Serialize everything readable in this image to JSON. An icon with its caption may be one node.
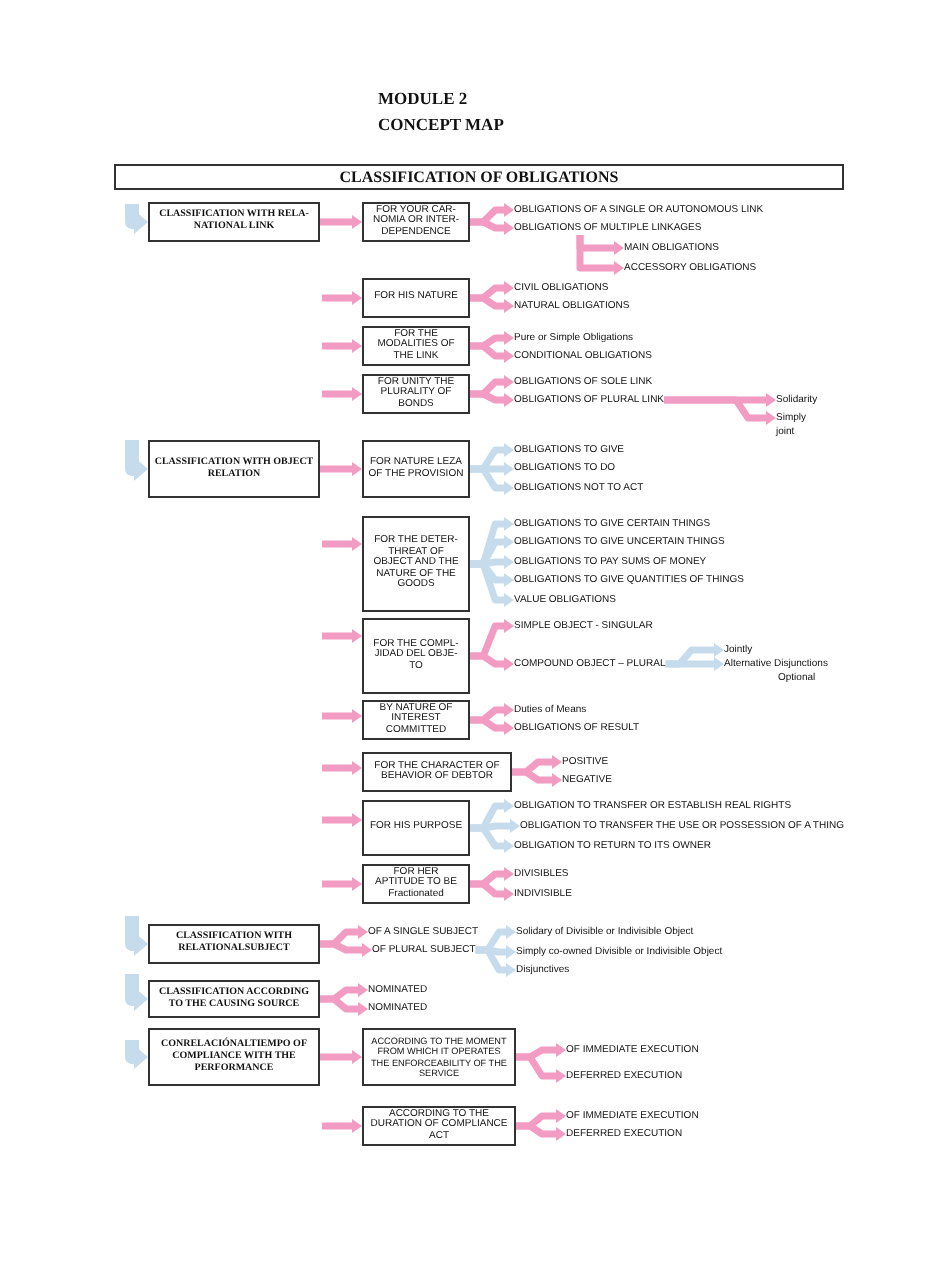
{
  "diagram": {
    "title": "MODULE 2 CONCEPT MAP",
    "nodes": [
      {
        "text": [
          "CLASSIFICATION OF OBLIGATIONS"
        ]
      },
      {
        "text": [
          "CLASSIFICATION WITH RELA- NATIONAL LINK"
        ]
      },
      {
        "text": [
          "FOR YOUR CAR- NOMIA OR INTER- DEPENDENCE"
        ]
      },
      {
        "text": [
          "OBLIGATIONS OF A SINGLE OR AUTONOMOUS LINK"
        ]
      },
      {
        "text": [
          "OBLIGATIONS OF MULTIPLE LINKAGES"
        ]
      },
      {
        "text": [
          "MAIN OBLIGATIONS"
        ]
      },
      {
        "text": [
          "ACCESSORY OBLIGATIONS"
        ]
      },
      {
        "text": [
          "FOR HIS NATURE"
        ]
      },
      {
        "text": [
          "CIVIL OBLIGATIONS"
        ]
      },
      {
        "text": [
          "NATURAL OBLIGATIONS"
        ]
      },
      {
        "text": [
          "FOR THE MODALITIES OF THE LINK"
        ]
      },
      {
        "text": [
          "Pure or Simple Obligations"
        ]
      },
      {
        "text": [
          "CONDITIONAL OBLIGATIONS"
        ]
      },
      {
        "text": [
          "FOR UNITY THE PLURALITY OF BONDS"
        ]
      },
      {
        "text": [
          "OBLIGATIONS OF SOLE LINK"
        ]
      },
      {
        "text": [
          "OBLIGATIONS OF PLURAL LINK"
        ]
      },
      {
        "text": [
          "Solidarity"
        ]
      },
      {
        "text": [
          "Simply joint"
        ]
      },
      {
        "text": [
          "CLASSIFICATION WITH OBJECT RELATION"
        ]
      },
      {
        "text": [
          "FOR NATURE LEZA OF THE PROVISION"
        ]
      },
      {
        "text": [
          "OBLIGATIONS TO GIVE"
        ]
      },
      {
        "text": [
          "OBLIGATIONS TO DO"
        ]
      },
      {
        "text": [
          "OBLIGATIONS NOT TO ACT"
        ]
      },
      {
        "text": [
          "FOR THE DETER- THREAT OF OBJECT AND THE NATURE OF THE GOODS"
        ]
      },
      {
        "text": [
          "OBLIGATIONS TO GIVE CERTAIN THINGS"
        ]
      },
      {
        "text": [
          "OBLIGATIONS TO GIVE UNCERTAIN THINGS"
        ]
      },
      {
        "text": [
          "OBLIGATIONS TO PAY SUMS OF MONEY"
        ]
      },
      {
        "text": [
          "OBLIGATIONS TO GIVE QUANTITIES OF THINGS"
        ]
      },
      {
        "text": [
          "VALUE OBLIGATIONS"
        ]
      },
      {
        "text": [
          "FOR THE COMPL- JIDAD DEL OBJE- TO"
        ]
      },
      {
        "text": [
          "SIMPLE OBJECT - SINGULAR"
        ]
      },
      {
        "text": [
          "COMPOUND OBJECT – PLURAL"
        ]
      },
      {
        "text": [
          "Jointly"
        ]
      },
      {
        "text": [
          "Alternative Disjunctions"
        ]
      },
      {
        "text": [
          "BY NATURE OF INTEREST COMMITTED"
        ]
      },
      {
        "text": [
          "Duties of Means"
        ]
      },
      {
        "text": [
          "OBLIGATIONS OF RESULT"
        ]
      },
      {
        "text": [
          "FOR THE CHARACTER OF BEHAVIOR OF DEBTOR"
        ]
      },
      {
        "text": [
          "POSITIVE"
        ]
      },
      {
        "text": [
          "NEGATIVE"
        ]
      },
      {
        "text": [
          "FOR HIS PURPOSE"
        ]
      },
      {
        "text": [
          "OBLIGATION TO TRANSFER OR ESTABLISH REAL RIGHTS"
        ]
      },
      {
        "text": [
          "OBLIGATION TO TRANSFER THE USE OR POSSESSION OF A THING"
        ]
      },
      {
        "text": [
          "OBLIGATION TO RETURN TO ITS OWNER"
        ]
      },
      {
        "text": [
          "FOR HER APTITUDE TO BE Fractionated"
        ]
      },
      {
        "text": [
          "DIVISIBLES"
        ]
      },
      {
        "text": [
          "INDIVISIBLE"
        ]
      },
      {
        "text": [
          "CLASSIFICATION WITH RELATIONALSUBJECT"
        ]
      },
      {
        "text": [
          "OF A SINGLE SUBJECT"
        ]
      },
      {
        "text": [
          "OF PLURAL SUBJECT"
        ]
      },
      {
        "text": [
          "Solidary of Divisible or Indivisible Object"
        ]
      },
      {
        "text": [
          "Simply co-owned Divisible or Indivisible Object"
        ]
      },
      {
        "text": [
          "Disjunctives"
        ]
      },
      {
        "text": [
          "CLASSIFICATION ACCORDING TO THE CAUSING SOURCE"
        ]
      },
      {
        "text": [
          "NOMINATED"
        ]
      },
      {
        "text": [
          "NOMINATED"
        ]
      },
      {
        "text": [
          "CONRELACIÓNALTIEMPO OF COMPLIANCE WITH THE PERFORMANCE"
        ]
      },
      {
        "text": [
          "ACCORDING TO THE MOMENT FROM WHICH IT OPERATES THE ENFORCEABILITY OF THE SERVICE"
        ]
      },
      {
        "text": [
          "OF IMMEDIATE EXECUTION"
        ]
      },
      {
        "text": [
          "DEFERRED EXECUTION"
        ]
      },
      {
        "text": [
          "ACCORDING TO THE DURATION OF COMPLIANCE ACT"
        ]
      },
      {
        "text": [
          "OF IMMEDIATE EXECUTION"
        ]
      },
      {
        "text": [
          "DEFERRED EXECUTION"
        ]
      }
    ],
    "edges": [
      {
        "from": null,
        "to": 1,
        "arrow": "to",
        "style": "thick",
        "color": "#c6dcec"
      },
      {
        "from": 1,
        "to": 2,
        "arrow": "to"
      },
      {
        "from": 2,
        "to": 3,
        "arrow": "to"
      },
      {
        "from": 2,
        "to": 4,
        "arrow": "to"
      },
      {
        "from": 4,
        "to": 5,
        "arrow": "to"
      },
      {
        "from": 4,
        "to": 6,
        "arrow": "to"
      },
      {
        "from": null,
        "to": 7,
        "arrow": "to"
      },
      {
        "from": 7,
        "to": 8,
        "arrow": "to"
      },
      {
        "from": 7,
        "to": 9,
        "arrow": "to"
      },
      {
        "from": null,
        "to": 10,
        "arrow": "to"
      },
      {
        "from": 10,
        "to": 11,
        "arrow": "to"
      },
      {
        "from": 10,
        "to": 12,
        "arrow": "to"
      },
      {
        "from": null,
        "to": 13,
        "arrow": "to"
      },
      {
        "from": 13,
        "to": 14,
        "arrow": "to"
      },
      {
        "from": 13,
        "to": 15,
        "arrow": "to"
      },
      {
        "from": 15,
        "to": 16,
        "arrow": "to"
      },
      {
        "from": 15,
        "to": 17,
        "arrow": "to"
      },
      {
        "from": null,
        "to": 18,
        "arrow": "to",
        "style": "thick",
        "color": "#c6dcec"
      },
      {
        "from": 18,
        "to": 19,
        "arrow": "to"
      },
      {
        "from": 19,
        "to": 20,
        "arrow": "to",
        "color": "#c6dcec"
      },
      {
        "from": 19,
        "to": 21,
        "arrow": "to",
        "color": "#c6dcec"
      },
      {
        "from": 19,
        "to": 22,
        "arrow": "to",
        "color": "#c6dcec"
      },
      {
        "from": null,
        "to": 23,
        "arrow": "to"
      },
      {
        "from": 23,
        "to": 24,
        "arrow": "to",
        "color": "#c6dcec"
      },
      {
        "from": 23,
        "to": 25,
        "arrow": "to",
        "color": "#c6dcec"
      },
      {
        "from": 23,
        "to": 26,
        "arrow": "to",
        "color": "#c6dcec"
      },
      {
        "from": 23,
        "to": 27,
        "arrow": "to",
        "color": "#c6dcec"
      },
      {
        "from": 23,
        "to": 28,
        "arrow": "to",
        "color": "#c6dcec"
      },
      {
        "from": null,
        "to": 29,
        "arrow": "to"
      },
      {
        "from": 29,
        "to": 30,
        "arrow": "to"
      },
      {
        "from": 29,
        "to": 31,
        "arrow": "to"
      },
      {
        "from": 31,
        "to": 32,
        "arrow": "to",
        "color": "#c6dcec"
      },
      {
        "from": 31,
        "to": 33,
        "arrow": "to",
        "color": "#c6dcec"
      },
      {
        "from": null,
        "to": 34,
        "arrow": "to"
      },
      {
        "from": 34,
        "to": 35,
        "arrow": "to"
      },
      {
        "from": 34,
        "to": 36,
        "arrow": "to"
      },
      {
        "from": null,
        "to": 37,
        "arrow": "to"
      },
      {
        "from": 37,
        "to": 38,
        "arrow": "to"
      },
      {
        "from": 37,
        "to": 39,
        "arrow": "to"
      },
      {
        "from": null,
        "to": 40,
        "arrow": "to"
      },
      {
        "from": 40,
        "to": 41,
        "arrow": "to",
        "color": "#c6dcec"
      },
      {
        "from": 40,
        "to": 42,
        "arrow": "to",
        "color": "#c6dcec"
      },
      {
        "from": 40,
        "to": 43,
        "arrow": "to",
        "color": "#c6dcec"
      },
      {
        "from": null,
        "to": 44,
        "arrow": "to"
      },
      {
        "from": 44,
        "to": 45,
        "arrow": "to"
      },
      {
        "from": 44,
        "to": 46,
        "arrow": "to"
      },
      {
        "from": null,
        "to": 47,
        "arrow": "to",
        "style": "thick",
        "color": "#c6dcec"
      },
      {
        "from": 47,
        "to": 48,
        "arrow": "to"
      },
      {
        "from": 47,
        "to": 49,
        "arrow": "to"
      },
      {
        "from": 49,
        "to": 50,
        "arrow": "to",
        "color": "#c6dcec"
      },
      {
        "from": 49,
        "to": 51,
        "arrow": "to",
        "color": "#c6dcec"
      },
      {
        "from": 49,
        "to": 52,
        "arrow": "to",
        "color": "#c6dcec"
      },
      {
        "from": null,
        "to": 53,
        "arrow": "to",
        "style": "thick",
        "color": "#c6dcec"
      },
      {
        "from": 53,
        "to": 54,
        "arrow": "to"
      },
      {
        "from": 53,
        "to": 55,
        "arrow": "to"
      },
      {
        "from": null,
        "to": 56,
        "arrow": "to",
        "style": "thick",
        "color": "#c6dcec"
      },
      {
        "from": 56,
        "to": 57,
        "arrow": "to"
      },
      {
        "from": 57,
        "to": 58,
        "arrow": "to"
      },
      {
        "from": 57,
        "to": 59,
        "arrow": "to"
      },
      {
        "from": null,
        "to": 60,
        "arrow": "to"
      },
      {
        "from": 60,
        "to": 61,
        "arrow": "to"
      },
      {
        "from": 60,
        "to": 62,
        "arrow": "to"
      }
    ],
    "labels": [
      "Optional"
    ]
  }
}
